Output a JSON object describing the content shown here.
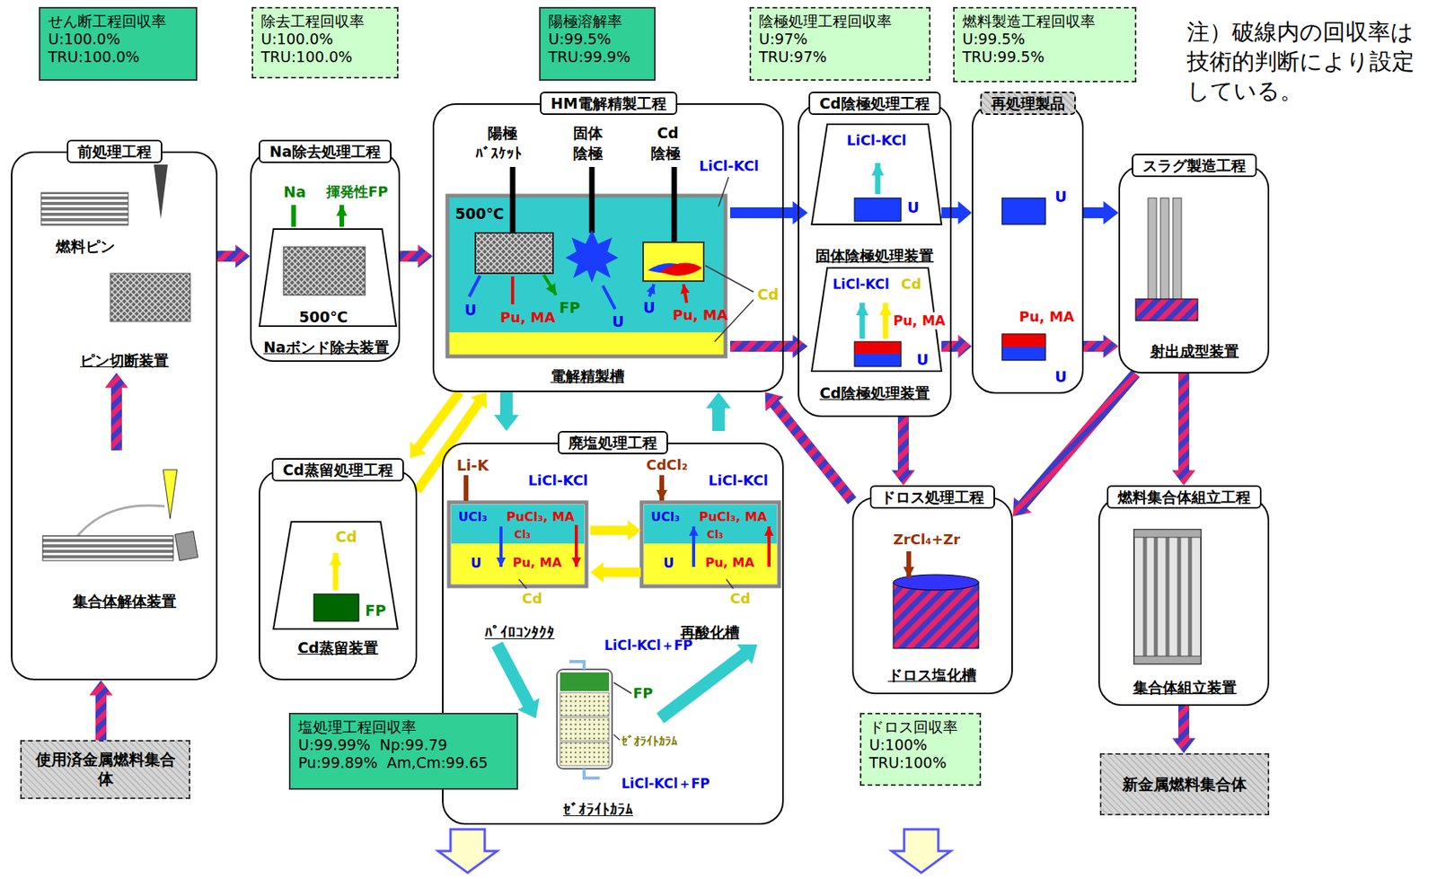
{
  "diagram": {
    "nodes": [
      {
        "text": [
          "せん断工程回収率",
          "U:100.0%",
          "TRU:100.0%"
        ]
      },
      {
        "text": [
          "除去工程回収率",
          "U:100.0%",
          "TRU:100.0%"
        ]
      },
      {
        "text": [
          "陽極溶解率",
          "U:99.5%",
          "TRU:99.9%"
        ]
      },
      {
        "text": [
          "陰極処理工程回収率",
          "U:97%",
          "TRU:97%"
        ]
      },
      {
        "text": [
          "燃料製造工程回収率",
          "U:99.5%",
          "TRU:99.5%"
        ]
      },
      {
        "text": [
          "前処理工程"
        ]
      },
      {
        "text": [
          "ピン切断装置"
        ],
        "in": 5
      },
      {
        "text": [
          "集合体解体装置"
        ],
        "in": 5
      },
      {
        "text": [
          "Na除去処理工程"
        ]
      },
      {
        "text": [
          "Naボンド除去装置"
        ],
        "in": 8
      },
      {
        "text": [
          "HM電解精製工程"
        ]
      },
      {
        "text": [
          "電解精製槽"
        ],
        "in": 10
      },
      {
        "text": [
          "Cd陰極処理工程"
        ]
      },
      {
        "text": [
          "固体陰極処理装置"
        ],
        "in": 12
      },
      {
        "text": [
          "Cd陰極処理装置"
        ],
        "in": 12
      },
      {
        "text": [
          "再処理製品"
        ]
      },
      {
        "text": [
          "スラグ製造工程"
        ]
      },
      {
        "text": [
          "射出成型装置"
        ],
        "in": 16
      },
      {
        "text": [
          "Cd蒸留処理工程"
        ]
      },
      {
        "text": [
          "Cd蒸留装置"
        ],
        "in": 18
      },
      {
        "text": [
          "廃塩処理工程"
        ]
      },
      {
        "text": [
          "ﾊﾟｲﾛｺﾝﾀｸﾀ"
        ],
        "in": 20
      },
      {
        "text": [
          "再酸化槽"
        ],
        "in": 20
      },
      {
        "text": [
          "ｾﾞｵﾗｲﾄｶﾗﾑ"
        ],
        "in": 20
      },
      {
        "text": [
          "塩処理工程回収率",
          "U:99.99%  Np:99.79",
          "Pu:99.89%  Am,Cm:99.65"
        ]
      },
      {
        "text": [
          "ドロス処理工程"
        ]
      },
      {
        "text": [
          "ドロス塩化槽"
        ],
        "in": 25
      },
      {
        "text": [
          "ドロス回収率",
          "U:100%",
          "TRU:100%"
        ]
      },
      {
        "text": [
          "燃料集合体組立工程"
        ]
      },
      {
        "text": [
          "集合体組立装置"
        ],
        "in": 28
      },
      {
        "text": [
          "使用済金属燃料集合体"
        ]
      },
      {
        "text": [
          "新金属燃料集合体"
        ]
      }
    ],
    "edges": [
      {
        "from": 30,
        "to": 5,
        "arrow": "to"
      },
      {
        "from": 7,
        "to": 6,
        "arrow": "to"
      },
      {
        "from": 5,
        "to": 8,
        "arrow": "to"
      },
      {
        "from": 8,
        "to": 10,
        "arrow": "to"
      },
      {
        "from": 11,
        "to": 13,
        "arrow": "to"
      },
      {
        "from": 11,
        "to": 14,
        "arrow": "to"
      },
      {
        "from": 13,
        "to": 15,
        "arrow": "to"
      },
      {
        "from": 14,
        "to": 15,
        "arrow": "to"
      },
      {
        "from": 15,
        "to": 16,
        "arrow": "to"
      },
      {
        "from": 15,
        "to": 16,
        "arrow": "to"
      },
      {
        "from": 16,
        "to": 28,
        "arrow": "to"
      },
      {
        "from": 28,
        "to": 31,
        "arrow": "to"
      },
      {
        "from": 16,
        "to": 25,
        "arrow": "to"
      },
      {
        "from": 12,
        "to": 25,
        "arrow": "to"
      },
      {
        "from": 25,
        "to": 10,
        "arrow": "to"
      },
      {
        "from": 10,
        "to": 18,
        "arrow": "to"
      },
      {
        "from": 18,
        "to": 10,
        "arrow": "to"
      },
      {
        "from": 10,
        "to": 20,
        "arrow": "to"
      },
      {
        "from": 20,
        "to": 10,
        "arrow": "to"
      },
      {
        "from": 21,
        "to": 22,
        "arrow": "to"
      },
      {
        "from": 22,
        "to": 21,
        "arrow": "to"
      },
      {
        "from": 21,
        "to": 23,
        "arrow": "to"
      },
      {
        "from": 23,
        "to": 22,
        "arrow": "to"
      }
    ],
    "labels": [
      "注）破線内の回収率は技術的判断により設定している。",
      "燃料ピン",
      "Na",
      "揮発性FP",
      "500℃",
      "陽極",
      "ﾊﾞｽｹｯﾄ",
      "固体",
      "陰極",
      "Cd",
      "陰極",
      "LiCl-KCl",
      "500℃",
      "U",
      "Pu, MA",
      "FP",
      "U",
      "U",
      "Pu, MA",
      "Cd",
      "LiCl-KCl",
      "U",
      "LiCl-KCl",
      "Cd",
      "Pu, MA",
      "U",
      "U",
      "Pu, MA",
      "U",
      "Cd",
      "FP",
      "Li-K",
      "LiCl-KCl",
      "UCl₃",
      "PuCl₃, MA",
      "Cl₃",
      "U",
      "Pu, MA",
      "Cd",
      "CdCl₂",
      "LiCl-KCl",
      "UCl₃",
      "PuCl₃, MA",
      "Cl₃",
      "U",
      "Pu, MA",
      "Cd",
      "LiCl-KCl＋FP",
      "FP",
      "ｾﾞｵﾗｲﾄｶﾗﾑ",
      "LiCl-KCl＋FP",
      "ZrCl₄+Zr"
    ]
  }
}
